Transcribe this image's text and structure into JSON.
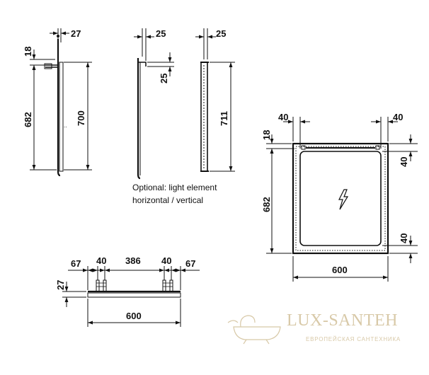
{
  "note": {
    "line1": "Optional: light element",
    "line2": "horizontal / vertical"
  },
  "dims": {
    "side_depth": "27",
    "side_top_offset": "18",
    "side_height_682": "682",
    "side_height_700": "700",
    "mid_depth": "25",
    "mid_offset": "25",
    "right_depth": "25",
    "right_height": "711",
    "front_left_margin": "40",
    "front_right_margin": "40",
    "front_top_offset": "18",
    "front_top_right": "40",
    "front_height": "682",
    "front_bottom_right": "40",
    "front_width": "600",
    "plan_left_67": "67",
    "plan_left_40": "40",
    "plan_center": "386",
    "plan_right_40": "40",
    "plan_right_67": "67",
    "plan_depth": "27",
    "plan_width": "600"
  },
  "brand": {
    "name": "LUX-SANTEH",
    "tagline": "ЕВРОПЕЙСКАЯ САНТЕХНИКА"
  },
  "icons": {
    "light": "lightning-bolt-icon",
    "logo": "bathtub-logo-icon"
  }
}
